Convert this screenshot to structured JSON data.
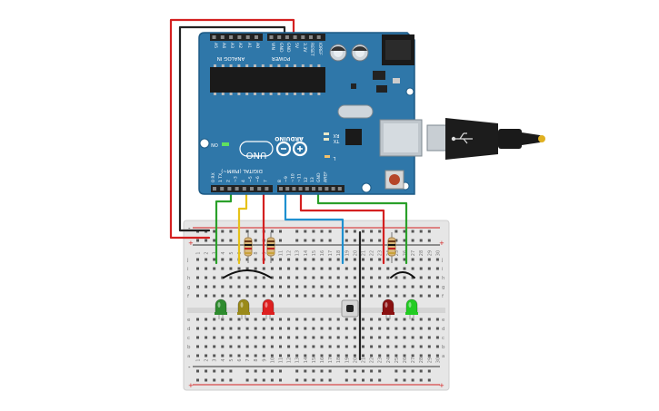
{
  "arduino": {
    "analog_header_label": "ANALOG IN",
    "analog_pins": [
      "A5",
      "A4",
      "A3",
      "A2",
      "A1",
      "A0"
    ],
    "power_header_label": "POWER",
    "power_pins": [
      "VIN",
      "GND",
      "GND",
      "5V",
      "3.3V",
      "RESET",
      "IOREF"
    ],
    "digital_header_label": "DIGITAL (PWM~)",
    "digital_pins": [
      "0 RX",
      "1 TX",
      "2",
      "~3",
      "4",
      "~5",
      "~6",
      "7",
      "8",
      "~9",
      "~10",
      "~11",
      "12",
      "13",
      "GND",
      "AREF"
    ],
    "brand_text": "ARDUINO",
    "model_text": "UNO",
    "on_led_label": "ON",
    "tx_label": "TX",
    "rx_label": "RX",
    "l_label": "L"
  },
  "breadboard": {
    "column_numbers": [
      "1",
      "2",
      "3",
      "4",
      "5",
      "6",
      "7",
      "8",
      "9",
      "10",
      "11",
      "12",
      "13",
      "14",
      "15",
      "16",
      "17",
      "18",
      "19",
      "20",
      "21",
      "22",
      "23",
      "24",
      "25",
      "26",
      "27",
      "28",
      "29",
      "30"
    ],
    "row_letters_top": [
      "j",
      "i",
      "h",
      "g",
      "f"
    ],
    "row_letters_bottom": [
      "e",
      "d",
      "c",
      "b",
      "a"
    ],
    "rail_plus": "+",
    "rail_minus": "-"
  },
  "leds": [
    {
      "id": "led-green-1",
      "color": "#2e8b2e"
    },
    {
      "id": "led-yellow",
      "color": "#9a8a1a"
    },
    {
      "id": "led-red-1",
      "color": "#dd2020"
    },
    {
      "id": "led-red-2",
      "color": "#8a1010"
    },
    {
      "id": "led-green-2",
      "color": "#22cc22"
    }
  ],
  "colors": {
    "board": "#2f77a9",
    "board_dark": "#1d5a85",
    "wire_red": "#d42020",
    "wire_black": "#222222",
    "wire_green": "#2aa02a",
    "wire_yellow": "#e6c21a",
    "wire_blue": "#1e90d0",
    "breadboard": "#e6e6e6"
  }
}
